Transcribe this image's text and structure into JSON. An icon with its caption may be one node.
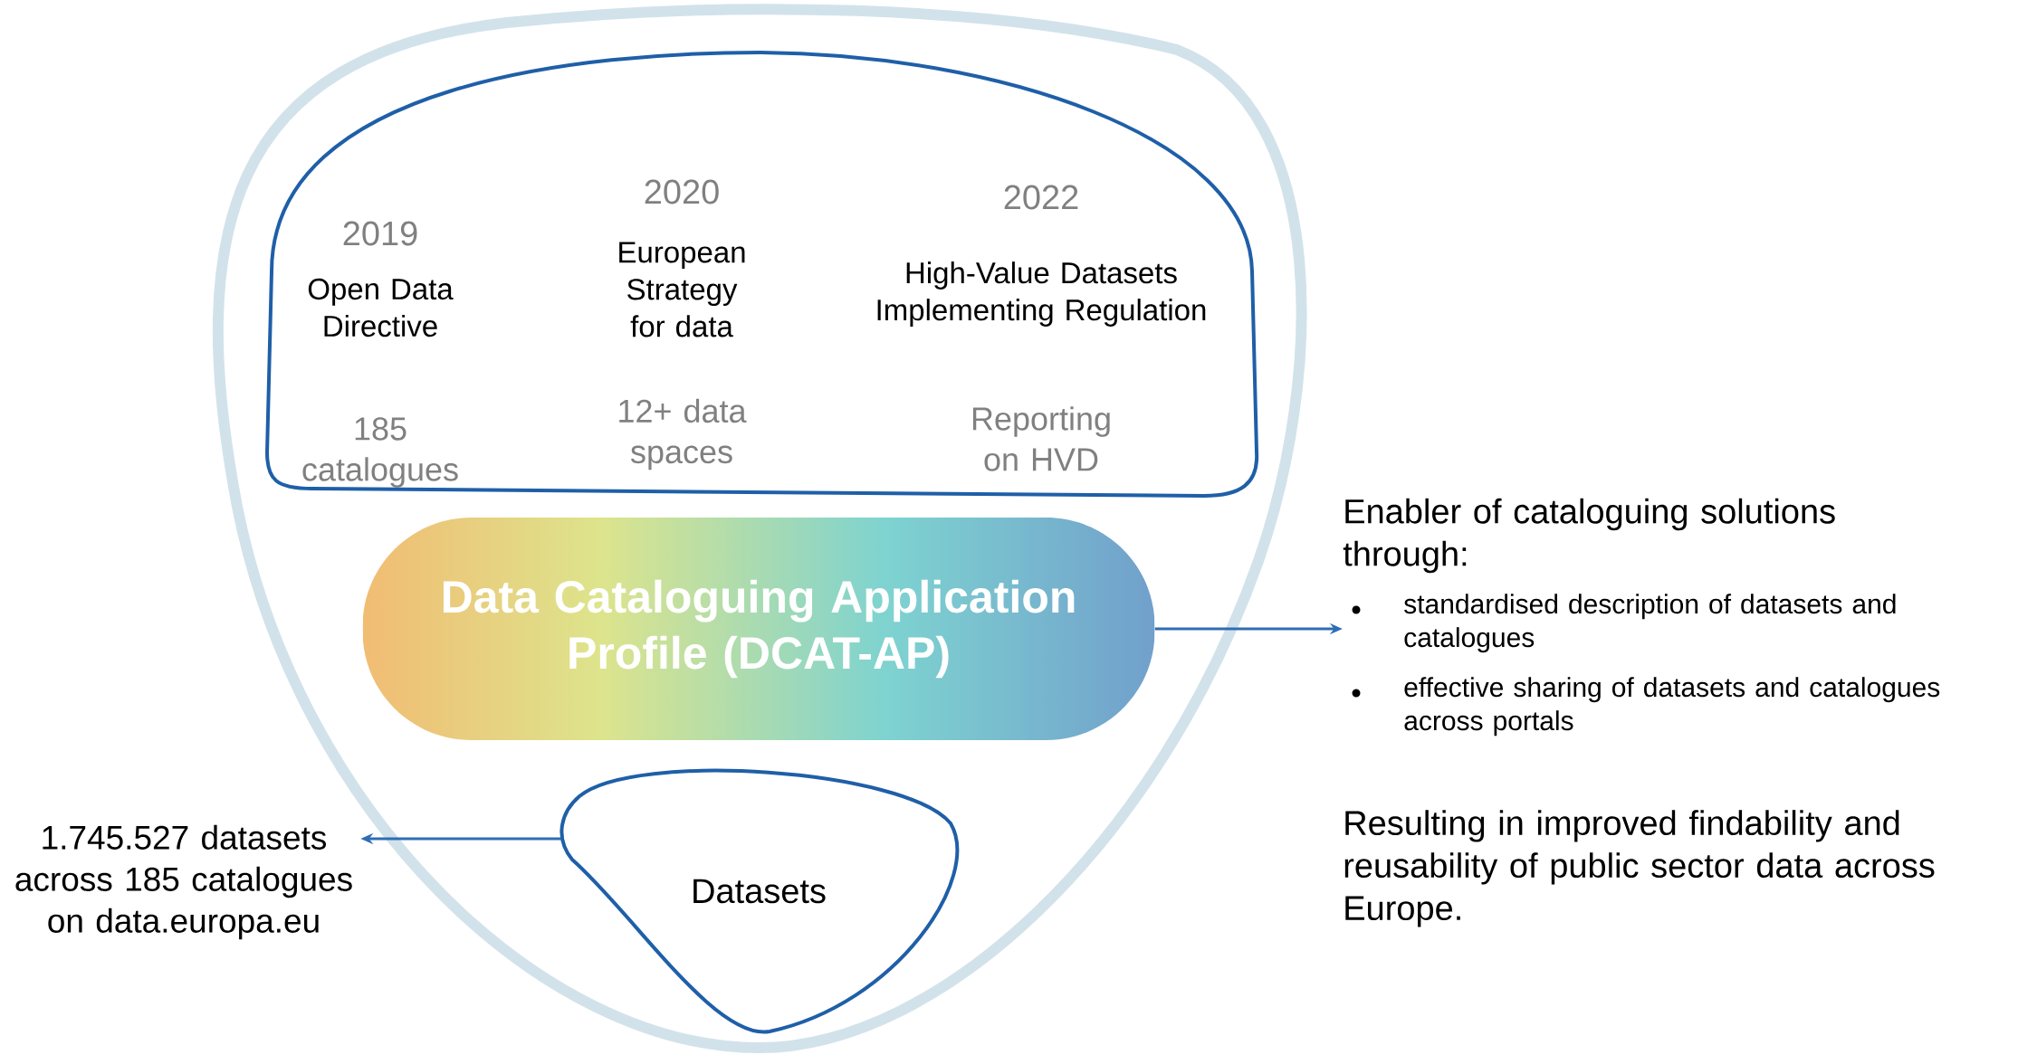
{
  "diagram": {
    "nodes": [
      {
        "text": [],
        "shape": "triangle"
      },
      {
        "text": [
          "2019",
          "Open Data Directive",
          "185 catalogues",
          "2020",
          "European Strategy for data",
          "12+ data spaces",
          "2022",
          "High-Value Datasets Implementing Regulation",
          "Reporting on HVD"
        ],
        "in": 0
      },
      {
        "text": [
          "Data Cataloguing Application Profile (DCAT-AP)"
        ],
        "in": 0
      },
      {
        "text": [
          "Datasets"
        ],
        "in": 0
      },
      {
        "text": [
          "Enabler of cataloguing solutions through:",
          "standardised description of datasets and catalogues",
          "effective sharing of datasets and catalogues across portals"
        ]
      },
      {
        "text": [
          "1.745.527 datasets across 185 catalogues on data.europa.eu"
        ]
      }
    ],
    "edges": [
      {
        "from": 2,
        "to": 4,
        "arrow": "to"
      },
      {
        "from": 3,
        "to": 5,
        "arrow": "to"
      }
    ],
    "labels": [
      "Resulting in improved findability and reusability of public sector data across Europe."
    ]
  }
}
